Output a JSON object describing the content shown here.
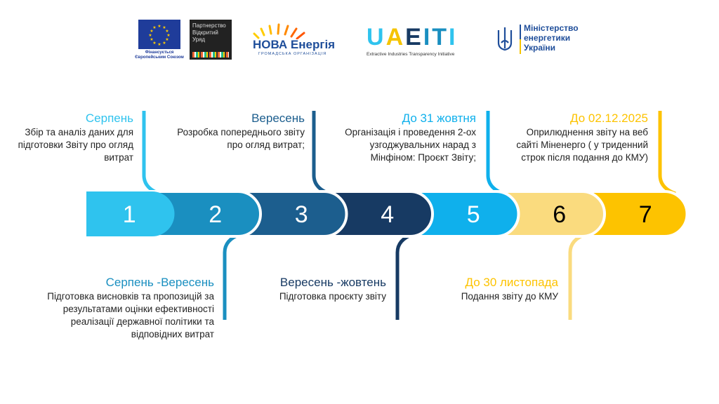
{
  "logos": {
    "eu_caption": "Фінансується Європейським Союзом",
    "ogp": "Партнерство Відкритий Уряд",
    "nova_title": "НОВА Енергія",
    "nova_sub": "ГРОМАДСЬКА ОРГАНІЗАЦІЯ",
    "uaeiti": "UAEITI",
    "uaeiti_sub": "Extractive Industries Transparency Initiative",
    "ministry": "Міністерство енергетики України"
  },
  "segments": [
    {
      "label": "1",
      "color": "#2fc3ee",
      "text_color": "#ffffff"
    },
    {
      "label": "2",
      "color": "#1a8fc0",
      "text_color": "#ffffff"
    },
    {
      "label": "3",
      "color": "#1c5e8e",
      "text_color": "#ffffff"
    },
    {
      "label": "4",
      "color": "#173a63",
      "text_color": "#ffffff"
    },
    {
      "label": "5",
      "color": "#0fb0ec",
      "text_color": "#ffffff"
    },
    {
      "label": "6",
      "color": "#fadb7e",
      "text_color": "#000000"
    },
    {
      "label": "7",
      "color": "#fdc300",
      "text_color": "#000000"
    }
  ],
  "steps": [
    {
      "title": "Серпень",
      "desc": "Збір та аналіз даних для підготовки Звіту про огляд витрат",
      "color": "#2fc3ee"
    },
    {
      "title": "Серпень -Вересень",
      "desc": "Підготовка висновків та пропозицій за результатами оцінки ефективності реалізації державної політики та відповідних витрат",
      "color": "#1a8fc0"
    },
    {
      "title": "Вересень",
      "desc": "Розробка попереднього звіту про огляд витрат;",
      "color": "#1c5e8e"
    },
    {
      "title": "Вересень -жовтень",
      "desc": "Підготовка проєкту звіту",
      "color": "#173a63"
    },
    {
      "title": "До 31 жовтня",
      "desc": "Організація і проведення 2-ох узгоджувальних нарад з Мінфіном: Проєкт Звіту;",
      "color": "#0fb0ec"
    },
    {
      "title": "До 30 листопада",
      "desc": "Подання звіту до КМУ",
      "color": "#fdc300"
    },
    {
      "title": "До 02.12.2025",
      "desc": "Оприлюднення звіту на веб сайті Міненерго ( у триденний строк після подання до КМУ)",
      "color": "#fdc300"
    }
  ]
}
